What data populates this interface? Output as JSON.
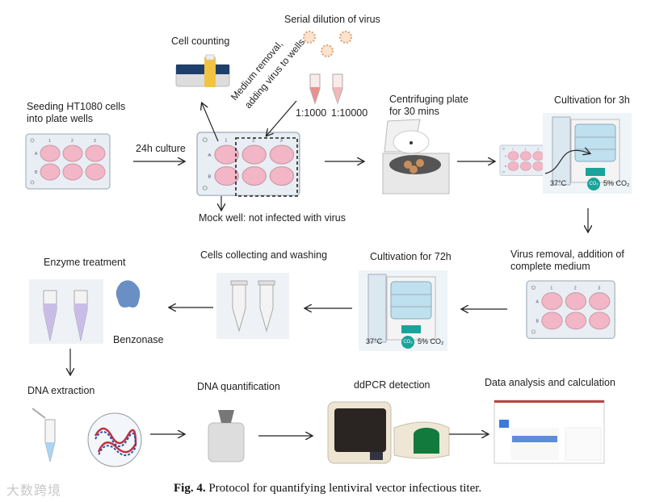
{
  "figure": {
    "caption_label": "Fig. 4.",
    "caption_text": "Protocol for quantifying lentiviral vector infectious titer.",
    "watermark": "大数跨境",
    "colors": {
      "well_pink": "#f2b6c6",
      "plate_bg": "#e6ecf2",
      "incubator_teal": "#1aa39a",
      "tube_purple": "#c9bde8",
      "enzyme_blue": "#6a8fc4",
      "ddpcr_green": "#137a3e",
      "counter_navy": "#1f3f6b",
      "counter_yellow": "#f2c342"
    }
  },
  "steps": {
    "seeding": "Seeding  HT1080 cells",
    "seeding2": " into plate wells",
    "culture24": "24h culture",
    "cell_counting": "Cell counting",
    "serial_dilution": "Serial dilution of virus",
    "dil1": "1:1000",
    "dil2": "1:10000",
    "medium_removal1": "Medium removal,",
    "medium_removal2": "adding virus to wells",
    "mock_well": "Mock well: not infected with virus",
    "centrifuge1": "Centrifuging plate",
    "centrifuge2": " for  30 mins",
    "cult3h": "Cultivation for 3h",
    "temp": "37°C",
    "co2_badge": "CO₂",
    "co2": "5% CO₂",
    "virus_removal1": "Virus removal, addition of",
    "virus_removal2": "complete medium",
    "cult72h": "Cultivation for 72h",
    "collect_wash": "Cells collecting and washing",
    "enzyme": "Enzyme treatment",
    "benzonase": "Benzonase",
    "dna_extraction": "DNA extraction",
    "dna_quant": "DNA quantification",
    "ddpcr": "ddPCR detection",
    "analysis": "Data analysis and calculation"
  },
  "plate": {
    "cols": [
      "1",
      "2",
      "3"
    ],
    "rows": [
      "A",
      "B"
    ]
  }
}
